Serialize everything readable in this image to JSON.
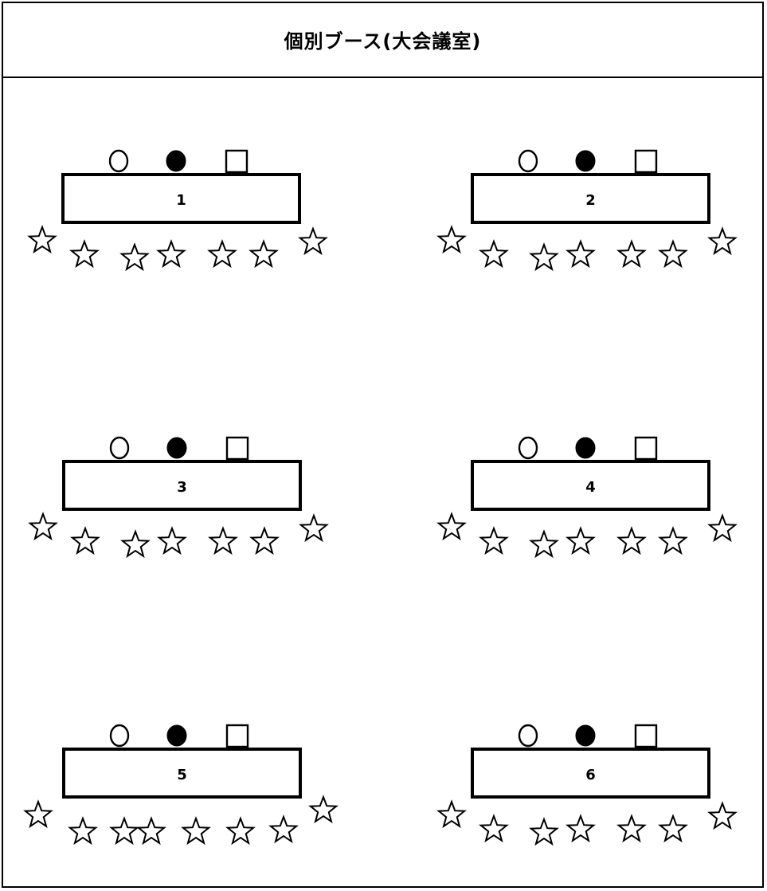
{
  "header": {
    "title": "個別ブース(大会議室)"
  },
  "booths": [
    {
      "number": "1",
      "seats_below": 7
    },
    {
      "number": "2",
      "seats_below": 7
    },
    {
      "number": "3",
      "seats_below": 7
    },
    {
      "number": "4",
      "seats_below": 7
    },
    {
      "number": "5",
      "seats_below": 8
    },
    {
      "number": "6",
      "seats_below": 7
    }
  ],
  "symbols": {
    "open_circle": "○",
    "filled_circle": "●",
    "square": "□",
    "star": "☆"
  },
  "colors": {
    "line": "#000000",
    "background": "#ffffff"
  }
}
